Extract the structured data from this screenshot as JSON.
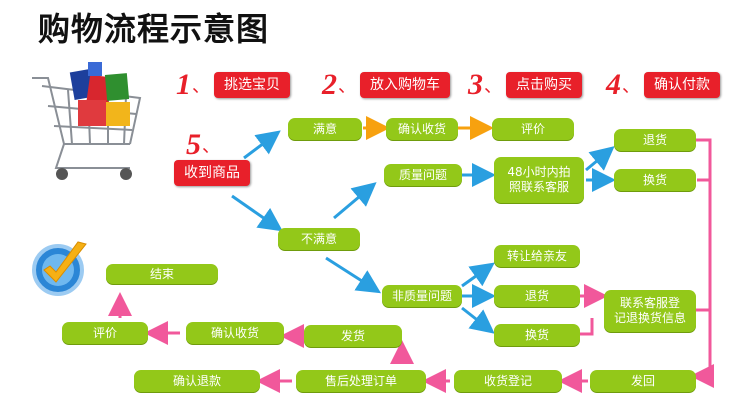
{
  "title": "购物流程示意图",
  "steps": [
    {
      "num": "1",
      "mark": "、",
      "label": "挑选宝贝"
    },
    {
      "num": "2",
      "mark": "、",
      "label": "放入购物车"
    },
    {
      "num": "3",
      "mark": "、",
      "label": "点击购买"
    },
    {
      "num": "4",
      "mark": "、",
      "label": "确认付款"
    },
    {
      "num": "5",
      "mark": "、",
      "label": "收到商品"
    }
  ],
  "nodes": {
    "satisfied": "满意",
    "confirm_receipt_top": "确认收货",
    "review_top": "评价",
    "return_top": "退货",
    "exchange_top": "换货",
    "quality_issue": "质量问题",
    "contact_48h_line1": "48小时内拍",
    "contact_48h_line2": "照联系客服",
    "not_satisfied": "不满意",
    "transfer_friend": "转让给亲友",
    "non_quality_issue": "非质量问题",
    "return_mid": "退货",
    "exchange_mid": "换货",
    "contact_register_line1": "联系客服登",
    "contact_register_line2": "记退换货信息",
    "end": "结束",
    "review_bottom": "评价",
    "confirm_receipt_bottom": "确认收货",
    "ship": "发货",
    "ship_back": "发回",
    "receipt_register": "收货登记",
    "after_sales_order": "售后处理订单",
    "confirm_refund": "确认退款"
  },
  "colors": {
    "step_red": "#e8202a",
    "node_green": "#93c819",
    "arrow_orange": "#f7a10f",
    "arrow_blue": "#2a9fe0",
    "arrow_pink": "#f1589b"
  },
  "icons": [
    "shopping-cart-icon",
    "checkmark-icon"
  ]
}
